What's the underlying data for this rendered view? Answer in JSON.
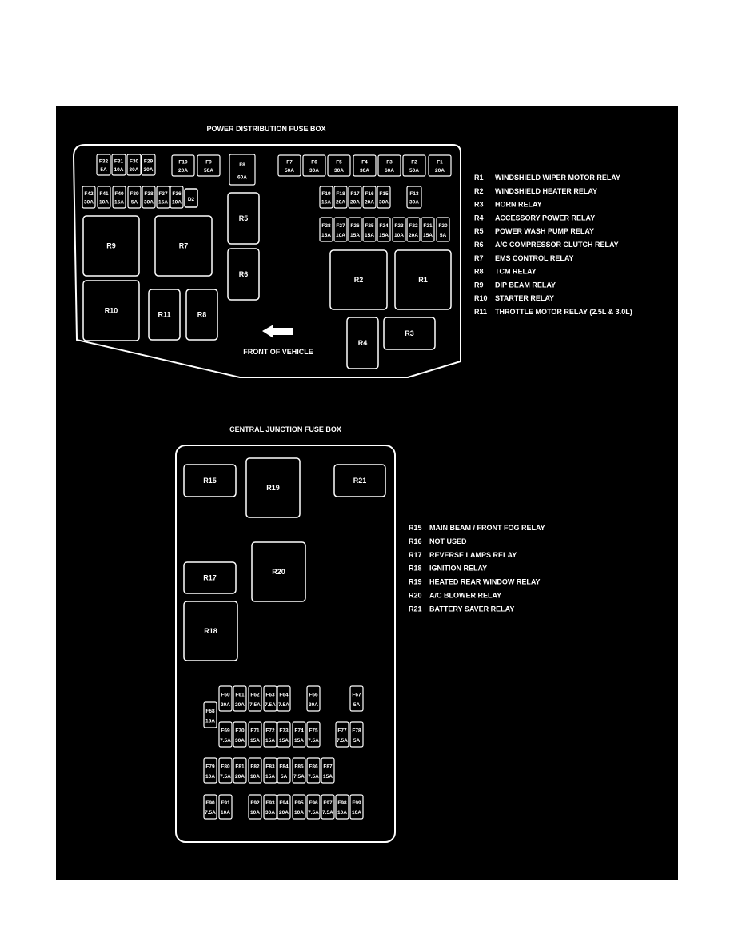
{
  "colors": {
    "background": "#000000",
    "foreground": "#ffffff"
  },
  "pdb": {
    "title": "POWER DISTRIBUTION FUSE BOX",
    "front_label": "FRONT OF VEHICLE",
    "fuses": {
      "F32": {
        "id": "F32",
        "rating": "5A"
      },
      "F31": {
        "id": "F31",
        "rating": "10A"
      },
      "F30": {
        "id": "F30",
        "rating": "30A"
      },
      "F29": {
        "id": "F29",
        "rating": "30A"
      },
      "F10": {
        "id": "F10",
        "rating": "20A"
      },
      "F9": {
        "id": "F9",
        "rating": "50A"
      },
      "F8": {
        "id": "F8",
        "rating": "60A"
      },
      "F7": {
        "id": "F7",
        "rating": "50A"
      },
      "F6": {
        "id": "F6",
        "rating": "30A"
      },
      "F5": {
        "id": "F5",
        "rating": "30A"
      },
      "F4": {
        "id": "F4",
        "rating": "30A"
      },
      "F3": {
        "id": "F3",
        "rating": "60A"
      },
      "F2": {
        "id": "F2",
        "rating": "50A"
      },
      "F1": {
        "id": "F1",
        "rating": "20A"
      },
      "F42": {
        "id": "F42",
        "rating": "30A"
      },
      "F41": {
        "id": "F41",
        "rating": "10A"
      },
      "F40": {
        "id": "F40",
        "rating": "15A"
      },
      "F39": {
        "id": "F39",
        "rating": "5A"
      },
      "F38": {
        "id": "F38",
        "rating": "30A"
      },
      "F37": {
        "id": "F37",
        "rating": "15A"
      },
      "F36": {
        "id": "F36",
        "rating": "10A"
      },
      "F19": {
        "id": "F19",
        "rating": "15A"
      },
      "F18": {
        "id": "F18",
        "rating": "20A"
      },
      "F17": {
        "id": "F17",
        "rating": "20A"
      },
      "F16": {
        "id": "F16",
        "rating": "20A"
      },
      "F15": {
        "id": "F15",
        "rating": "30A"
      },
      "F13": {
        "id": "F13",
        "rating": "30A"
      },
      "F28": {
        "id": "F28",
        "rating": "15A"
      },
      "F27": {
        "id": "F27",
        "rating": "10A"
      },
      "F26": {
        "id": "F26",
        "rating": "15A"
      },
      "F25": {
        "id": "F25",
        "rating": "15A"
      },
      "F24": {
        "id": "F24",
        "rating": "15A"
      },
      "F23": {
        "id": "F23",
        "rating": "10A"
      },
      "F22": {
        "id": "F22",
        "rating": "20A"
      },
      "F21": {
        "id": "F21",
        "rating": "15A"
      },
      "F20": {
        "id": "F20",
        "rating": "5A"
      }
    },
    "diode": "D2",
    "relays": {
      "R1": "R1",
      "R2": "R2",
      "R3": "R3",
      "R4": "R4",
      "R5": "R5",
      "R6": "R6",
      "R7": "R7",
      "R8": "R8",
      "R9": "R9",
      "R10": "R10",
      "R11": "R11"
    },
    "legend": [
      {
        "code": "R1",
        "desc": "WINDSHIELD WIPER MOTOR RELAY"
      },
      {
        "code": "R2",
        "desc": "WINDSHIELD HEATER RELAY"
      },
      {
        "code": "R3",
        "desc": "HORN RELAY"
      },
      {
        "code": "R4",
        "desc": "ACCESSORY POWER RELAY"
      },
      {
        "code": "R5",
        "desc": "POWER WASH PUMP RELAY"
      },
      {
        "code": "R6",
        "desc": "A/C COMPRESSOR CLUTCH RELAY"
      },
      {
        "code": "R7",
        "desc": "EMS CONTROL RELAY"
      },
      {
        "code": "R8",
        "desc": "TCM RELAY"
      },
      {
        "code": "R9",
        "desc": "DIP BEAM RELAY"
      },
      {
        "code": "R10",
        "desc": "STARTER RELAY"
      },
      {
        "code": "R11",
        "desc": "THROTTLE MOTOR RELAY (2.5L & 3.0L)"
      }
    ]
  },
  "cjb": {
    "title": "CENTRAL JUNCTION FUSE BOX",
    "relays": {
      "R15": "R15",
      "R17": "R17",
      "R18": "R18",
      "R19": "R19",
      "R20": "R20",
      "R21": "R21"
    },
    "fuses": {
      "F60": {
        "id": "F60",
        "rating": "20A"
      },
      "F61": {
        "id": "F61",
        "rating": "20A"
      },
      "F62": {
        "id": "F62",
        "rating": "7.5A"
      },
      "F63": {
        "id": "F63",
        "rating": "7.5A"
      },
      "F64": {
        "id": "F64",
        "rating": "7.5A"
      },
      "F66": {
        "id": "F66",
        "rating": "30A"
      },
      "F67": {
        "id": "F67",
        "rating": "5A"
      },
      "F68": {
        "id": "F68",
        "rating": "15A"
      },
      "F69": {
        "id": "F69",
        "rating": "7.5A"
      },
      "F70": {
        "id": "F70",
        "rating": "30A"
      },
      "F71": {
        "id": "F71",
        "rating": "15A"
      },
      "F72": {
        "id": "F72",
        "rating": "15A"
      },
      "F73": {
        "id": "F73",
        "rating": "15A"
      },
      "F74": {
        "id": "F74",
        "rating": "15A"
      },
      "F75": {
        "id": "F75",
        "rating": "7.5A"
      },
      "F77": {
        "id": "F77",
        "rating": "7.5A"
      },
      "F78": {
        "id": "F78",
        "rating": "5A"
      },
      "F79": {
        "id": "F79",
        "rating": "10A"
      },
      "F80": {
        "id": "F80",
        "rating": "7.5A"
      },
      "F81": {
        "id": "F81",
        "rating": "20A"
      },
      "F82": {
        "id": "F82",
        "rating": "10A"
      },
      "F83": {
        "id": "F83",
        "rating": "15A"
      },
      "F84": {
        "id": "F84",
        "rating": "5A"
      },
      "F85": {
        "id": "F85",
        "rating": "7.5A"
      },
      "F86": {
        "id": "F86",
        "rating": "7.5A"
      },
      "F87": {
        "id": "F87",
        "rating": "15A"
      },
      "F90": {
        "id": "F90",
        "rating": "7.5A"
      },
      "F91": {
        "id": "F91",
        "rating": "10A"
      },
      "F92": {
        "id": "F92",
        "rating": "10A"
      },
      "F93": {
        "id": "F93",
        "rating": "30A"
      },
      "F94": {
        "id": "F94",
        "rating": "20A"
      },
      "F95": {
        "id": "F95",
        "rating": "10A"
      },
      "F96": {
        "id": "F96",
        "rating": "7.5A"
      },
      "F97": {
        "id": "F97",
        "rating": "7.5A"
      },
      "F98": {
        "id": "F98",
        "rating": "10A"
      },
      "F99": {
        "id": "F99",
        "rating": "10A"
      }
    },
    "legend": [
      {
        "code": "R15",
        "desc": "MAIN BEAM / FRONT FOG RELAY"
      },
      {
        "code": "R16",
        "desc": "NOT USED"
      },
      {
        "code": "R17",
        "desc": "REVERSE LAMPS RELAY"
      },
      {
        "code": "R18",
        "desc": "IGNITION RELAY"
      },
      {
        "code": "R19",
        "desc": "HEATED REAR WINDOW RELAY"
      },
      {
        "code": "R20",
        "desc": "A/C BLOWER RELAY"
      },
      {
        "code": "R21",
        "desc": "BATTERY SAVER RELAY"
      }
    ]
  }
}
